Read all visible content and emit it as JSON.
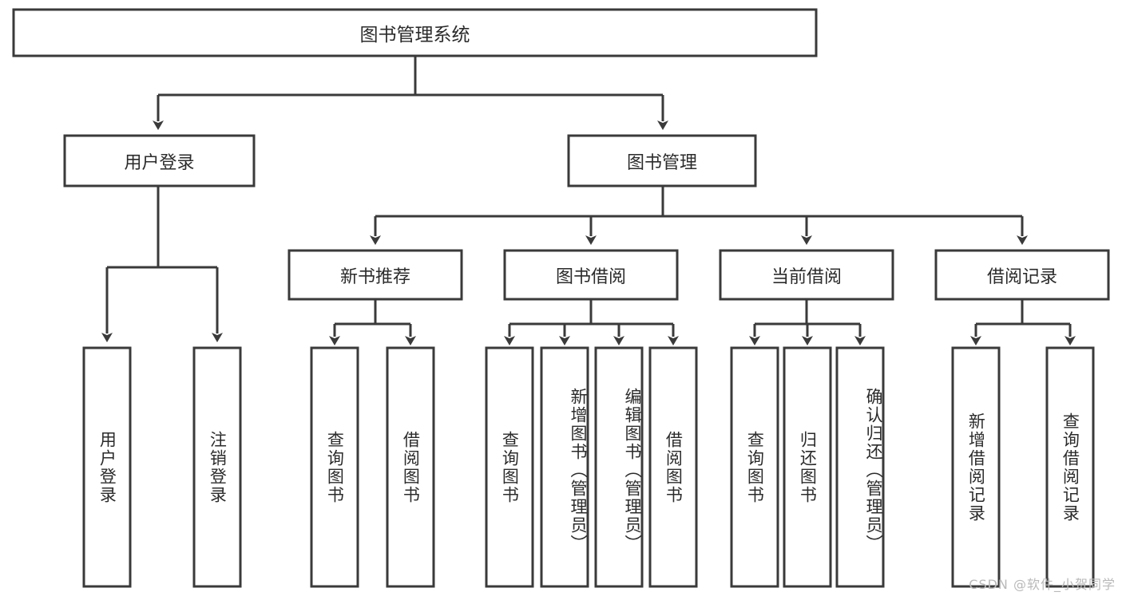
{
  "diagram": {
    "type": "tree",
    "title": "图书管理系统",
    "watermark": "CSDN @软件_小贺同学",
    "colors": {
      "background": "#ffffff",
      "node_fill": "#ffffff",
      "node_stroke": "#3a3a3a",
      "edge": "#3a3a3a",
      "text": "#2b2b2b",
      "watermark": "#b9b9b9"
    },
    "nodes": {
      "root": {
        "label": "图书管理系统"
      },
      "level1": [
        {
          "id": "user-login",
          "label": "用户登录"
        },
        {
          "id": "book-manage",
          "label": "图书管理"
        }
      ],
      "level2": [
        {
          "id": "new-book-recommend",
          "label": "新书推荐",
          "parent": "book-manage"
        },
        {
          "id": "book-borrow",
          "label": "图书借阅",
          "parent": "book-manage"
        },
        {
          "id": "current-borrow",
          "label": "当前借阅",
          "parent": "book-manage"
        },
        {
          "id": "borrow-record",
          "label": "借阅记录",
          "parent": "book-manage"
        }
      ],
      "leaves": {
        "user-login": [
          {
            "id": "leaf-user-login",
            "label": "用户登录"
          },
          {
            "id": "leaf-user-logout",
            "label": "注销登录"
          }
        ],
        "new-book-recommend": [
          {
            "id": "leaf-query-book-1",
            "label": "查询图书"
          },
          {
            "id": "leaf-borrow-book-1",
            "label": "借阅图书"
          }
        ],
        "book-borrow": [
          {
            "id": "leaf-query-book-2",
            "label": "查询图书"
          },
          {
            "id": "leaf-add-book",
            "label": "新增图书（管理员）"
          },
          {
            "id": "leaf-edit-book",
            "label": "编辑图书（管理员）"
          },
          {
            "id": "leaf-borrow-book-2",
            "label": "借阅图书"
          }
        ],
        "current-borrow": [
          {
            "id": "leaf-query-book-3",
            "label": "查询图书"
          },
          {
            "id": "leaf-return-book",
            "label": "归还图书"
          },
          {
            "id": "leaf-confirm-return",
            "label": "确认归还（管理员）"
          }
        ],
        "borrow-record": [
          {
            "id": "leaf-add-record",
            "label": "新增借阅记录"
          },
          {
            "id": "leaf-query-record",
            "label": "查询借阅记录"
          }
        ]
      }
    }
  }
}
